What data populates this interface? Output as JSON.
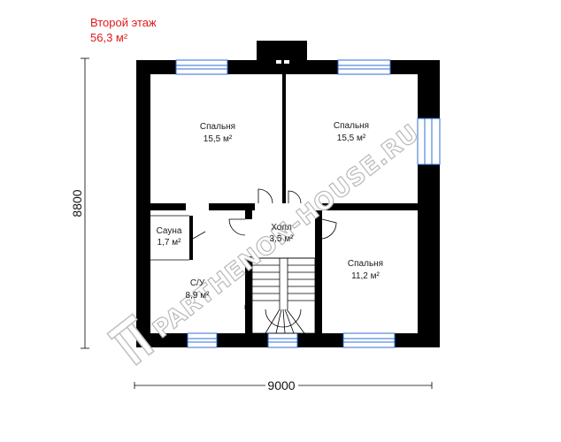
{
  "floor": {
    "name": "Второй этаж",
    "area": "56,3 м²"
  },
  "rooms": [
    {
      "name": "Спальня",
      "area": "15,5 м²"
    },
    {
      "name": "Спальня",
      "area": "15,5 м²"
    },
    {
      "name": "Сауна",
      "area": "1,7 м²"
    },
    {
      "name": "Холл",
      "area": "3,5 м²"
    },
    {
      "name": "Спальня",
      "area": "11,2 м²"
    },
    {
      "name": "С/У",
      "area": "8,9 м²"
    }
  ],
  "dimensions": {
    "width": "9000",
    "height": "8800"
  },
  "watermark": {
    "text": "PARTHENON-HOUSE.RU",
    "logo_icon": "parthenon-logo-icon"
  },
  "colors": {
    "wall": "#000000",
    "window": "#2f6fd6",
    "title": "#e0191b",
    "watermark_outline": "#b9b9b9"
  }
}
